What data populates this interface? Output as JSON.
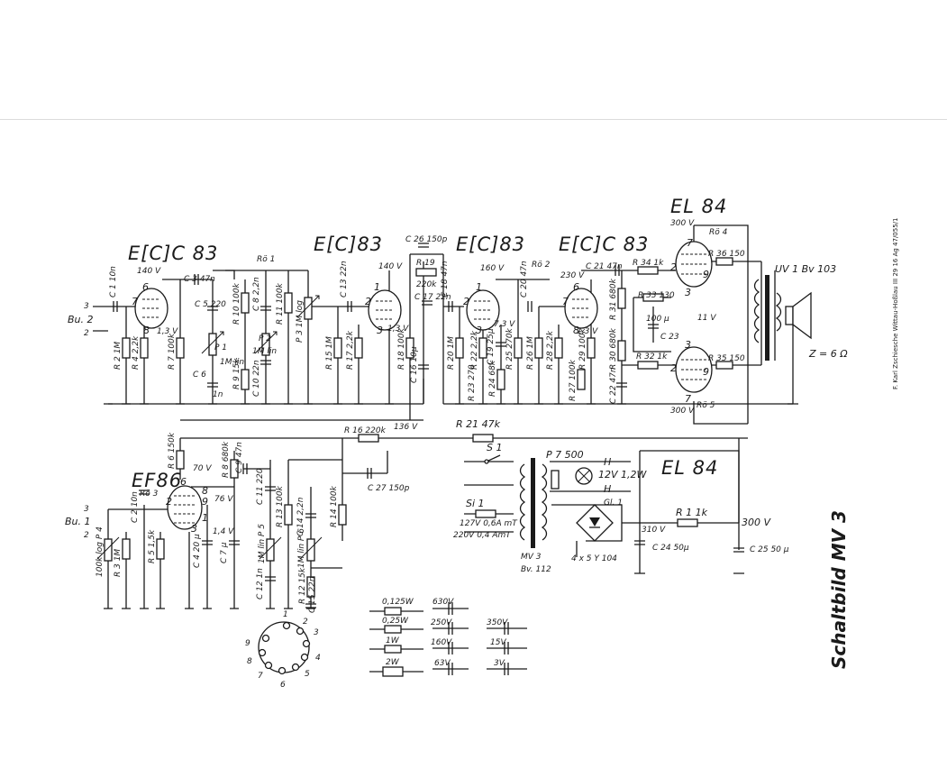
{
  "sheet": {
    "title": "Schaltbild MV 3",
    "publisher": "F. Karl Zschiesche Wittau-Hoßlau III 29 16 Ag 47/055/1"
  },
  "tubes": {
    "v1": "E[C]C 83",
    "v2": "E[C]83",
    "v3": "E[C]83",
    "v4": "E[C]C 83",
    "v5": "EL 84",
    "v6": "EF86",
    "rect": "EL 84"
  },
  "tube_refs": {
    "ro1": "Rö 1",
    "ro2": "Rö 2",
    "ro3": "Rö 3",
    "ro4": "Rö 4",
    "ro5": "Rö 5"
  },
  "inputs": {
    "bu2": "Bu. 2",
    "bu1": "Bu. 1",
    "pin3a": "3",
    "pin2a": "2",
    "pin3b": "3",
    "pin2b": "2"
  },
  "voltages": {
    "v140a": "140 V",
    "v140b": "140 V",
    "v160": "160 V",
    "v230": "230 V",
    "v300a": "300 V",
    "v300b": "300 V",
    "v300c": "300 V",
    "v136": "136 V",
    "v70": "70 V",
    "v76": "76 V",
    "v14": "1,4 V",
    "v13a": "1,3 V",
    "v13b": "1,3 V",
    "v13c": "1,3 V",
    "v11": "11 V",
    "v310": "310 V",
    "v73": "7,3 V"
  },
  "components": {
    "c1": "C 1 10n",
    "r2": "R 2 1M",
    "r4": "R 4 2,2k",
    "r7": "R 7 100k",
    "c3": "C 3 47n",
    "c5": "C 5 220",
    "c6": "C 6",
    "c6v": "1n",
    "p1": "P 1",
    "p1v": "1M lin",
    "r10": "R 10 100k",
    "c8": "C 8 2,2n",
    "r11": "R 11 100k",
    "p2": "P 2",
    "p2v": "1M lin",
    "r9": "R 9 15k",
    "c10": "C 10 22n",
    "p3": "P 3 1M log",
    "c13": "C 13 22n",
    "r15": "R 15 1M",
    "r17": "R 17 2,2k",
    "r18": "R 18 100k",
    "c26": "C 26 150p",
    "r19": "R 19",
    "r19v": "220k",
    "c17": "C 17 22n",
    "c18": "C 18 47n",
    "c16": "C 16 10µ",
    "r20": "R 20 1M",
    "r22": "R 22 2,2k",
    "r23": "R 23 270",
    "c19": "C 19 25µ",
    "r24": "R 24 68k",
    "r25": "R 25 270k",
    "c20": "C 20 47n",
    "r26": "R 26 1M",
    "r28": "R 28 2,2k",
    "r29": "R 29 100k",
    "r27": "R 27 100k",
    "c21": "C 21 47n",
    "r31": "R 31 680k",
    "r30": "R 30 680k",
    "c22": "C 22 47n",
    "r34": "R 34 1k",
    "r33": "R 33 130",
    "c23v": "100 µ",
    "c23": "C 23",
    "r32": "R 32 1k",
    "r36": "R 36 150",
    "r35": "R 35 150",
    "r21": "R 21 47k",
    "r16": "R 16 220k",
    "c27": "C 27 150p",
    "r6": "R 6 150k",
    "r8": "R 8 680k",
    "c9": "C 9 47n",
    "c11": "C 11 220",
    "c2": "C 2 10n",
    "p4": "100k log P 4",
    "r3": "R 3 1M",
    "r5": "R 5 1,5k",
    "c4": "C 4 20 µ",
    "c7": "C 7 µ",
    "p5": "1M lin P 5",
    "c12": "C 12 1n",
    "r13": "R 13 100k",
    "c14": "C 14 2,2n",
    "r14": "R 14 100k",
    "p6": "1M lin P 6",
    "r12": "R 12 15k",
    "c15": "C 15 22n",
    "s1": "S 1",
    "si1": "Si 1",
    "si1v": "127V 0,6A mT",
    "si1v2": "220V 0,4 AmT",
    "p7": "P 7 500",
    "h1": "H",
    "h2": "H",
    "lamp": "12V 1,2W",
    "gl1": "Gl. 1",
    "rect": "4 x 5 Y 104",
    "mv3": "MV 3",
    "bv112": "Bv. 112",
    "r1": "R 1 1k",
    "c24": "C 24 50µ",
    "c25": "C 25 50 µ",
    "uv1": "UV 1 Bv 103",
    "z": "Z = 6 Ω"
  },
  "pins": {
    "p6a": "6",
    "p7a": "7",
    "p8a": "8",
    "p2b": "2",
    "p1b": "1",
    "p3b": "3",
    "p1c": "1",
    "p2c": "2",
    "p3c": "3",
    "p6d": "6",
    "p7d": "7",
    "p8d": "8",
    "p7e": "7",
    "p2e": "2",
    "p3e": "3",
    "p9e": "9",
    "p3f": "3",
    "p2f": "2",
    "p7f": "7",
    "p9f": "9",
    "p8g": "8",
    "p9g": "9",
    "p1g": "1",
    "p2g": "2",
    "p6g": "6",
    "p3g": "3"
  },
  "socket": [
    "1",
    "2",
    "3",
    "4",
    "5",
    "6",
    "7",
    "8",
    "9"
  ],
  "legend": {
    "w1": "0,125W",
    "w2": "0,25W",
    "w3": "1W",
    "w4": "2W",
    "v1": "630V",
    "v2": "250V",
    "v3": "160V",
    "v4": "63V",
    "v5": "350V",
    "v6": "15V",
    "v7": "3V"
  }
}
